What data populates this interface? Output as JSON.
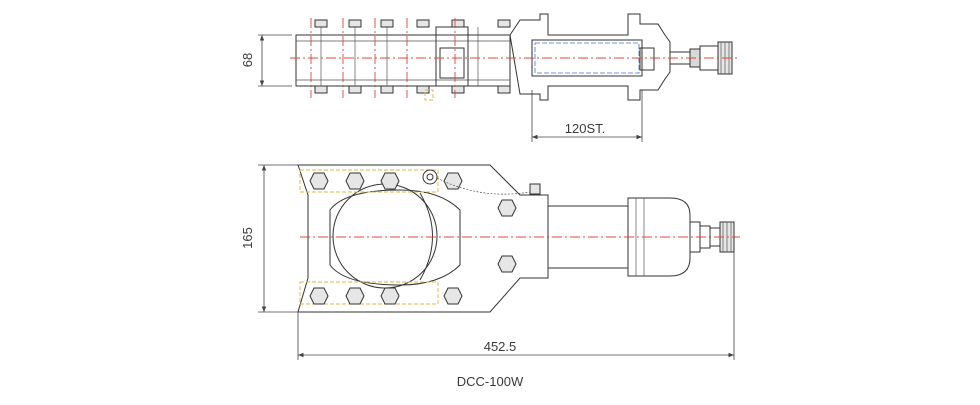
{
  "drawing": {
    "dimensions": {
      "height_top": "68",
      "stroke": "120ST.",
      "height_front": "165",
      "length": "452.5"
    },
    "model": "DCC-100W"
  },
  "colors": {
    "outline": "#333333",
    "centerline": "#e0453a",
    "hidden_line": "#d9b84a",
    "blue_line": "#4a72c8",
    "fill": "#e6e6e6"
  }
}
